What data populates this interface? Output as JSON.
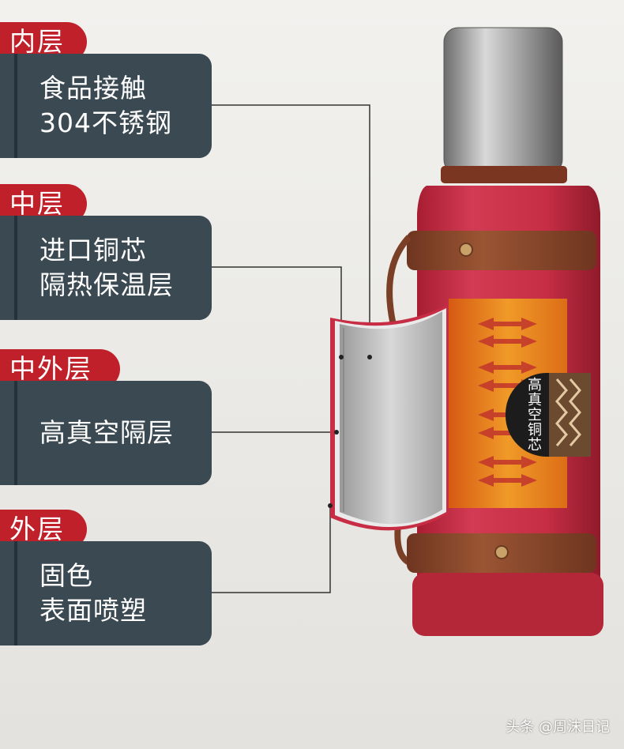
{
  "layers": [
    {
      "tag": "内层",
      "lines": [
        "食品接触",
        "304不锈钢"
      ]
    },
    {
      "tag": "中层",
      "lines": [
        "进口铜芯",
        "隔热保温层"
      ]
    },
    {
      "tag": "中外层",
      "lines": [
        "高真空隔层"
      ]
    },
    {
      "tag": "外层",
      "lines": [
        "固色",
        "表面喷塑"
      ]
    }
  ],
  "badge_text": "高真空铜芯",
  "watermark": "头条 @周沫日记",
  "colors": {
    "tab_red": "#c0202a",
    "panel_slate": "#3b4a52",
    "bottle_red": "#c72e45",
    "strap_brown": "#8b4a2c",
    "heat_orange": "#e9821e"
  }
}
